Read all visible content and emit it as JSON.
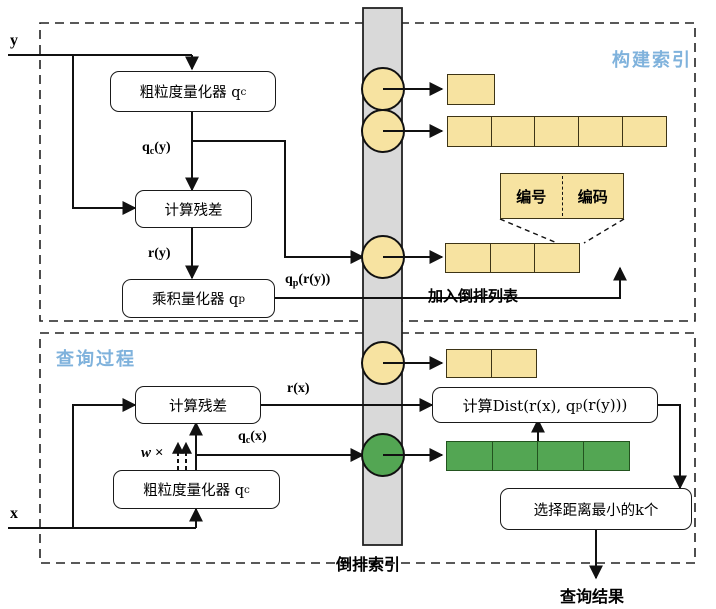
{
  "diagram": {
    "zones": {
      "build": {
        "label": "构建索引"
      },
      "query": {
        "label": "查询过程"
      }
    },
    "inverted_index": {
      "label": "倒排索引"
    },
    "io": {
      "input_y": "y",
      "input_x": "x",
      "output_result": "查询结果"
    },
    "build_nodes": {
      "coarse_quantizer": "粗粒度量化器 q",
      "coarse_quantizer_sub": "c",
      "residual": "计算残差",
      "product_quantizer": "乘积量化器 q",
      "product_quantizer_sub": "p"
    },
    "query_nodes": {
      "residual": "计算残差",
      "coarse_quantizer": "粗粒度量化器 q",
      "coarse_quantizer_sub": "c",
      "dist": "计算Dist(r(x), q",
      "dist_sub": "p",
      "dist_tail": "(r(y)))",
      "select_topk": "选择距离最小的k个"
    },
    "edge_labels": {
      "qc_y": "q",
      "qc_y_sub": "c",
      "qc_y_tail": "(y)",
      "r_y": "r(y)",
      "qp_ry": "q",
      "qp_ry_sub": "p",
      "qp_ry_tail": "(r(y))",
      "r_x": "r(x)",
      "qc_x": "q",
      "qc_x_sub": "c",
      "qc_x_tail": "(x)",
      "w_multiply": "w ×",
      "add_to_list": "加入倒排列表"
    },
    "code_entry": {
      "id_label": "编号",
      "code_label": "编码"
    },
    "cell_rows": {
      "row1_count": 1,
      "row2_count": 5,
      "row3_count": 3,
      "row4_count": 2,
      "row5_count": 4
    },
    "colors": {
      "yellow_fill": "#F7E3A1",
      "yellow_stroke": "#3d3416",
      "green_fill": "#53A653",
      "green_stroke": "#23531f",
      "bar_fill": "#D9D9D9",
      "bar_stroke": "#222222",
      "zone_label_color": "#7FB2DC",
      "line_color": "#111111"
    }
  }
}
